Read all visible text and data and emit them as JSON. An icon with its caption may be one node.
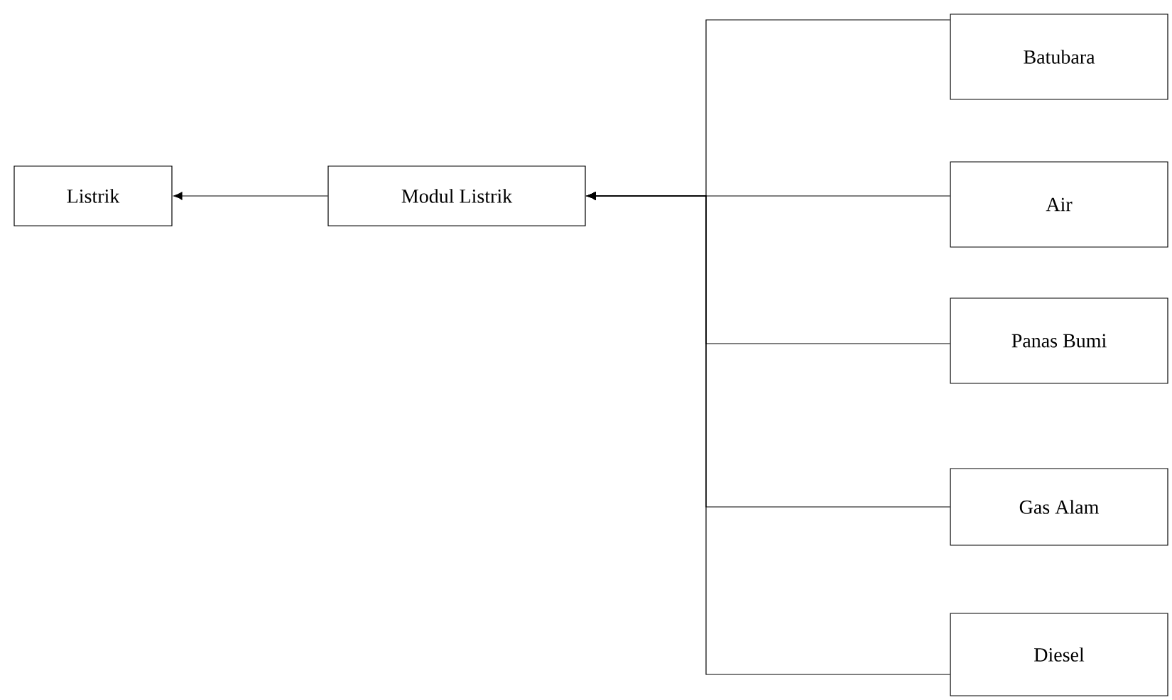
{
  "diagram": {
    "nodes": [
      {
        "text": [
          "Listrik"
        ]
      },
      {
        "text": [
          "Modul Listrik"
        ]
      },
      {
        "text": [
          "Batubara"
        ]
      },
      {
        "text": [
          "Air"
        ]
      },
      {
        "text": [
          "Panas Bumi"
        ]
      },
      {
        "text": [
          "Gas Alam"
        ]
      },
      {
        "text": [
          "Diesel"
        ]
      }
    ],
    "edges": [
      {
        "from": 1,
        "to": 0,
        "arrow": "to"
      },
      {
        "from": 2,
        "to": 1,
        "arrow": "to"
      },
      {
        "from": 3,
        "to": 1,
        "arrow": "to"
      },
      {
        "from": 4,
        "to": 1,
        "arrow": "to"
      },
      {
        "from": 5,
        "to": 1,
        "arrow": "to"
      },
      {
        "from": 6,
        "to": 1,
        "arrow": "to"
      }
    ]
  }
}
